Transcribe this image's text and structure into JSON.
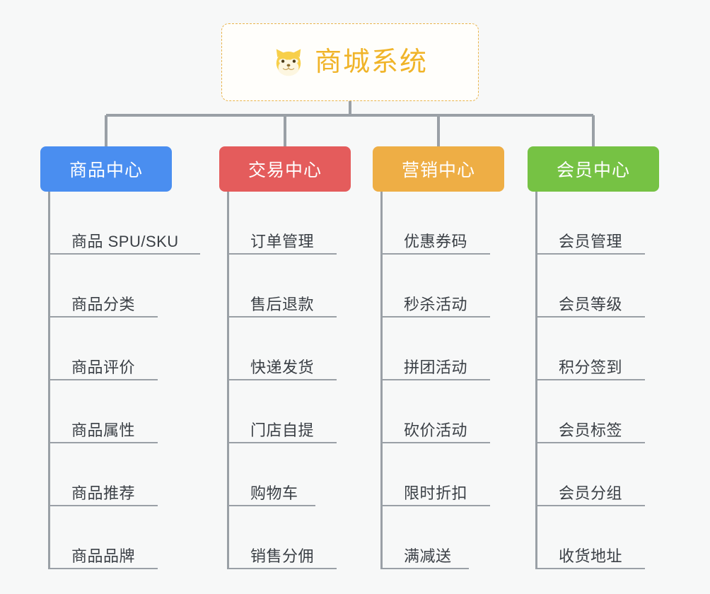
{
  "diagram": {
    "type": "org-tree",
    "title": "商城系统",
    "root": {
      "label": "商城系统",
      "icon": "shiba-dog-icon",
      "text_color": "#f0b429",
      "border_color": "#e9b44c",
      "background": "#fffefb"
    },
    "connector_color": "#9aa0a6",
    "background": "#f7f8f8",
    "branches": [
      {
        "label": "商品中心",
        "color": "#4a8ef0",
        "items": [
          "商品 SPU/SKU",
          "商品分类",
          "商品评价",
          "商品属性",
          "商品推荐",
          "商品品牌"
        ]
      },
      {
        "label": "交易中心",
        "color": "#e45c5c",
        "items": [
          "订单管理",
          "售后退款",
          "快递发货",
          "门店自提",
          "购物车",
          "销售分佣"
        ]
      },
      {
        "label": "营销中心",
        "color": "#eeae45",
        "items": [
          "优惠券码",
          "秒杀活动",
          "拼团活动",
          "砍价活动",
          "限时折扣",
          "满减送"
        ]
      },
      {
        "label": "会员中心",
        "color": "#76c244",
        "items": [
          "会员管理",
          "会员等级",
          "积分签到",
          "会员标签",
          "会员分组",
          "收货地址"
        ]
      }
    ]
  }
}
